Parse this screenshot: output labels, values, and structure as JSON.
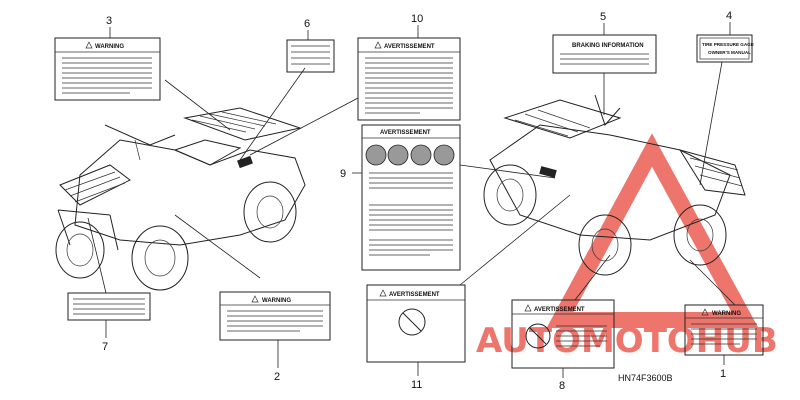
{
  "callouts": [
    "1",
    "2",
    "3",
    "4",
    "5",
    "6",
    "7",
    "8",
    "9",
    "10",
    "11"
  ],
  "labels": {
    "warning": "WARNING",
    "avertissement": "AVERTISSEMENT",
    "braking": "BRAKING INFORMATION",
    "tire_pressure": "TIRE PRESSURE GAGE",
    "owners_manual": "OWNER'S MANUAL"
  },
  "diagram_code": "HN74F3600B",
  "watermark": {
    "text": "AUTOMOTOHUB",
    "colors": {
      "red": "#e8473b",
      "orange": "#f0a34a",
      "blue": "#3a3f8f"
    }
  }
}
